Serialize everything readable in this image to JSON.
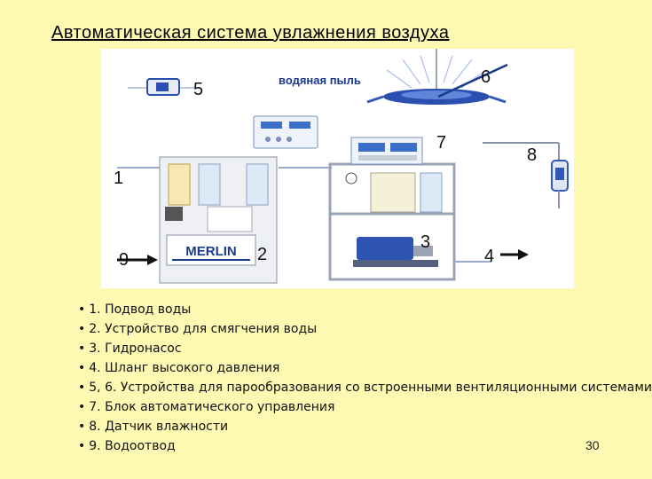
{
  "title": "Автоматическая  система  увлажнения  воздуха",
  "diagram": {
    "mist_label": "водяная пыль",
    "brand": "MERLIN",
    "callouts": [
      "1",
      "2",
      "3",
      "4",
      "5",
      "6",
      "7",
      "8",
      "9"
    ],
    "accent_color": "#1b3a8c",
    "callout_color": "#111111"
  },
  "legend": [
    "1. Подвод воды",
    "2. Устройство для смягчения воды",
    "3. Гидронасос",
    "4. Шланг высокого давления",
    "5, 6. Устройства для парообразования со встроенными вентиляционными системами",
    "7. Блок автоматического управления",
    "8. Датчик влажности",
    "9. Водоотвод"
  ],
  "page_number": "30"
}
